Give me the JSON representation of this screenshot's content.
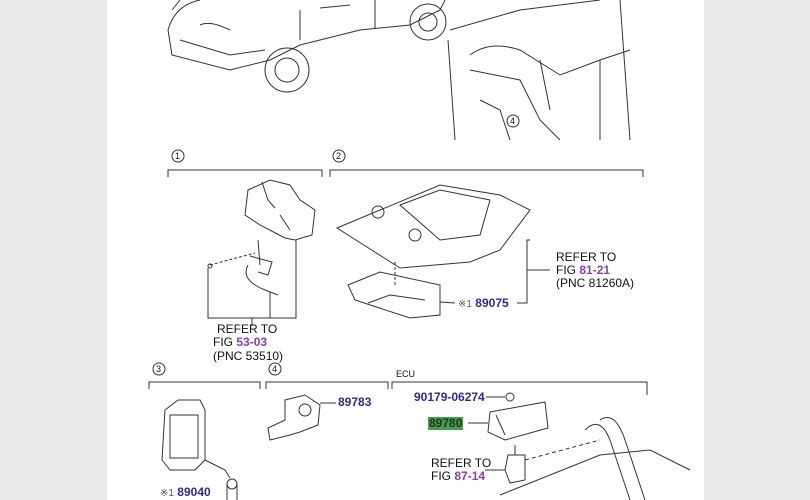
{
  "sections": [
    {
      "number": "1",
      "refer_label": "REFER TO",
      "fig_prefix": "FIG",
      "fig": "53-03",
      "pnc": "(PNC 53510)"
    },
    {
      "number": "2",
      "refer_label": "REFER TO",
      "fig_prefix": "FIG",
      "fig": "81-21",
      "pnc": "(PNC 81260A)",
      "part_note": "※1",
      "part": "89075"
    },
    {
      "number": "3",
      "part_note": "※1",
      "part": "89040"
    },
    {
      "number": "4",
      "part": "89783"
    },
    {
      "label": "ECU",
      "bolt_part": "90179-06274",
      "part": "89780",
      "refer_label": "REFER TO",
      "fig_prefix": "FIG",
      "fig": "87-14"
    }
  ],
  "overview_callout": "4",
  "colors": {
    "part_number": "#2a2a96",
    "fig_link": "#8d3cb4",
    "highlight": "#4a9a50"
  }
}
